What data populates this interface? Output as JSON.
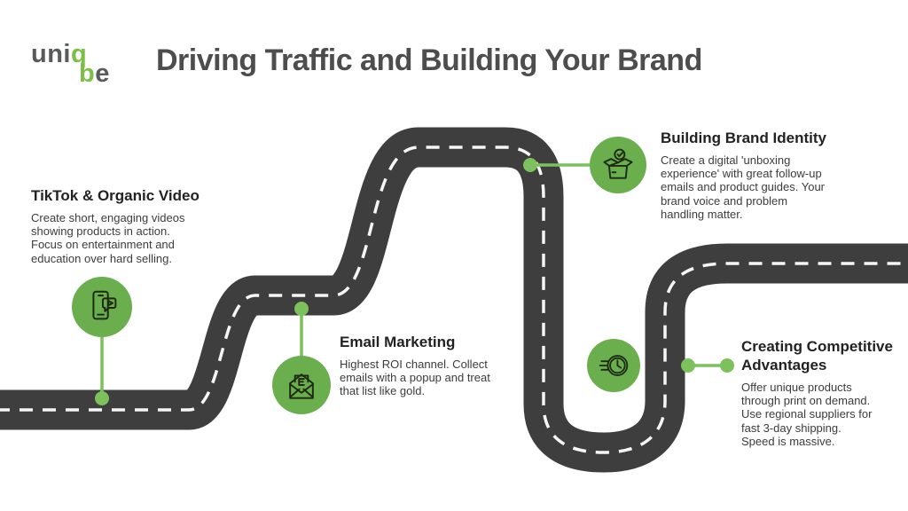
{
  "logo": {
    "uni": "uni",
    "q": "q",
    "b": "b",
    "e": "e"
  },
  "header": {
    "title": "Driving Traffic and Building Your Brand"
  },
  "colors": {
    "road": "#3e3e3e",
    "road_dash": "#f6f6f6",
    "green": "#6aae4e",
    "green_line": "#7cc15b",
    "logo_green": "#7cbf46",
    "logo_gray": "#595a5c",
    "heading": "#4d4d4d",
    "title_text": "#222222",
    "body_text": "#3c3c3c",
    "icon_stroke": "#1d2b12",
    "background": "#ffffff"
  },
  "milestones": [
    {
      "icon": "phone-video-icon",
      "title": "TikTok & Organic Video",
      "lines": [
        "Create short, engaging videos",
        "showing products in action.",
        "Focus on entertainment and",
        "education over hard selling."
      ]
    },
    {
      "icon": "email-icon",
      "title": "Email Marketing",
      "lines": [
        "Highest ROI channel. Collect",
        "emails with a popup and treat",
        "that list like gold."
      ]
    },
    {
      "icon": "unboxing-box-icon",
      "title": "Building Brand Identity",
      "lines": [
        "Create a digital 'unboxing",
        "experience' with great follow-up",
        "emails and product guides. Your",
        "brand voice and problem",
        "handling matter."
      ]
    },
    {
      "icon": "speed-clock-icon",
      "title": "Creating Competitive Advantages",
      "lines": [
        "Offer unique products",
        "through print on demand.",
        "Use regional suppliers for",
        "fast 3-day shipping.",
        "Speed is massive."
      ]
    }
  ]
}
